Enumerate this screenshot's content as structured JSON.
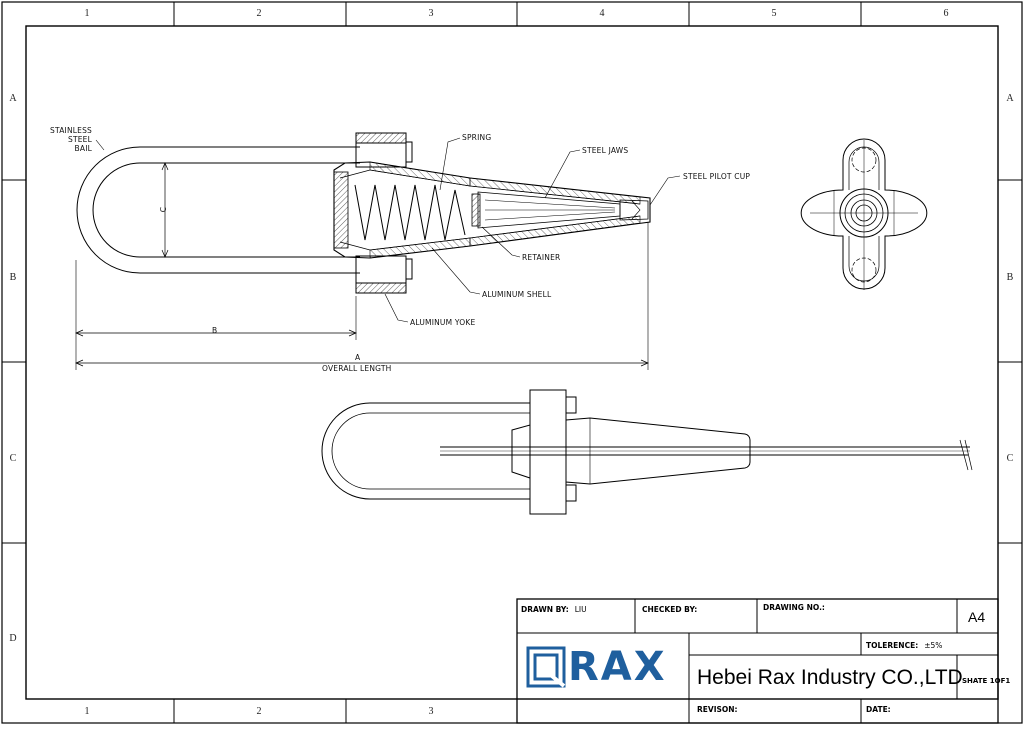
{
  "border": {
    "columns_top": [
      "1",
      "2",
      "3",
      "4",
      "5",
      "6"
    ],
    "columns_bottom": [
      "1",
      "2",
      "3"
    ],
    "rows_left": [
      "A",
      "B",
      "C",
      "D"
    ],
    "rows_right": [
      "A",
      "B",
      "C"
    ]
  },
  "callouts": {
    "bail": "STAINLESS\nSTEEL\nBAIL",
    "spring": "SPRING",
    "steel_jaws": "STEEL JAWS",
    "pilot_cup": "STEEL PILOT CUP",
    "retainer": "RETAINER",
    "shell": "ALUMINUM SHELL",
    "yoke": "ALUMINUM YOKE"
  },
  "dimensions": {
    "c": "C",
    "b": "B",
    "a": "A",
    "overall": "OVERALL LENGTH"
  },
  "title_block": {
    "drawn_by_label": "DRAWN BY:",
    "drawn_by_value": "LIU",
    "checked_by_label": "CHECKED BY:",
    "drawing_no_label": "DRAWING NO.:",
    "paper_size": "A4",
    "tolerance_label": "TOLERENCE:",
    "tolerance_value": "±5%",
    "logo_text": "RAX",
    "company": "Hebei Rax Industry CO.,LTD",
    "sheet": "SHATE 1OF1",
    "revision_label": "REVISON:",
    "date_label": "DATE:"
  },
  "colors": {
    "line": "#000000",
    "hatch": "#333333",
    "logo": "#1f5f9e"
  }
}
